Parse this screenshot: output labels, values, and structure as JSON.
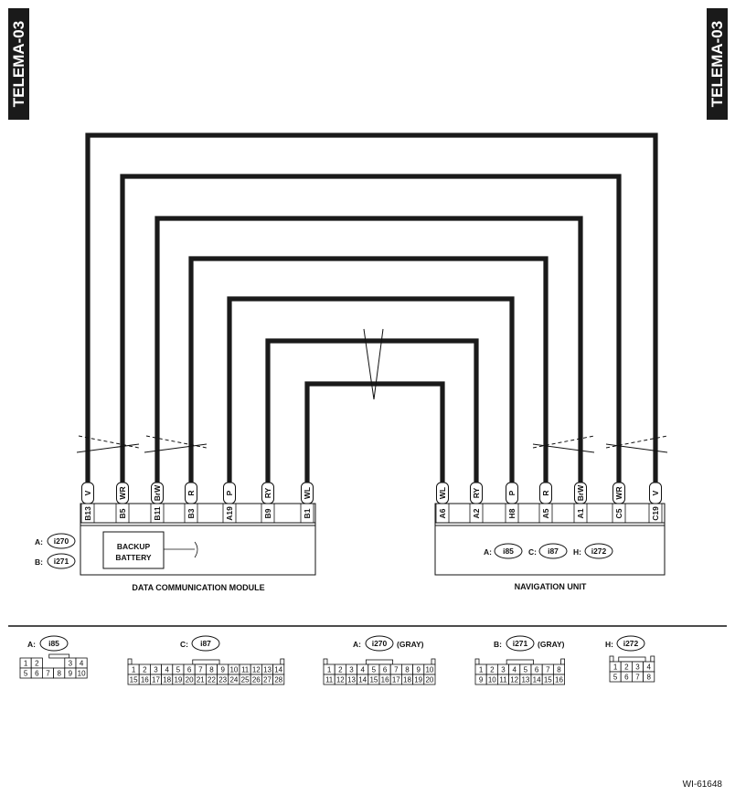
{
  "page_code": "TELEMA-03",
  "figure_id": "WI-61648",
  "left_module": {
    "title": "DATA COMMUNICATION MODULE",
    "backup_battery": [
      "BACKUP",
      "BATTERY"
    ],
    "connectors": [
      {
        "letter": "A:",
        "id": "i270"
      },
      {
        "letter": "B:",
        "id": "i271"
      }
    ]
  },
  "right_module": {
    "title": "NAVIGATION UNIT",
    "connectors": [
      {
        "letter": "A:",
        "id": "i85"
      },
      {
        "letter": "C:",
        "id": "i87"
      },
      {
        "letter": "H:",
        "id": "i272"
      }
    ]
  },
  "wires": [
    {
      "color": "V",
      "left_pin": "B13",
      "right_pin": "C19"
    },
    {
      "color": "WR",
      "left_pin": "B5",
      "right_pin": "C5"
    },
    {
      "color": "BrW",
      "left_pin": "B11",
      "right_pin": "A1"
    },
    {
      "color": "R",
      "left_pin": "B3",
      "right_pin": "A5"
    },
    {
      "color": "P",
      "left_pin": "A19",
      "right_pin": "H8"
    },
    {
      "color": "RY",
      "left_pin": "B9",
      "right_pin": "A2"
    },
    {
      "color": "WL",
      "left_pin": "B1",
      "right_pin": "A6"
    }
  ],
  "connector_views": [
    {
      "letter": "A:",
      "id": "i85",
      "note": "",
      "rows": [
        [
          "1",
          "2",
          "",
          "3",
          "4"
        ],
        [
          "5",
          "6",
          "7",
          "8",
          "9",
          "10"
        ]
      ]
    },
    {
      "letter": "C:",
      "id": "i87",
      "note": "",
      "rows": [
        [
          "1",
          "2",
          "3",
          "4",
          "5",
          "6",
          "7",
          "8",
          "9",
          "10",
          "11",
          "12",
          "13",
          "14"
        ],
        [
          "15",
          "16",
          "17",
          "18",
          "19",
          "20",
          "21",
          "22",
          "23",
          "24",
          "25",
          "26",
          "27",
          "28"
        ]
      ]
    },
    {
      "letter": "A:",
      "id": "i270",
      "note": "(GRAY)",
      "rows": [
        [
          "1",
          "2",
          "3",
          "4",
          "5",
          "6",
          "7",
          "8",
          "9",
          "10"
        ],
        [
          "11",
          "12",
          "13",
          "14",
          "15",
          "16",
          "17",
          "18",
          "19",
          "20"
        ]
      ]
    },
    {
      "letter": "B:",
      "id": "i271",
      "note": "(GRAY)",
      "rows": [
        [
          "1",
          "2",
          "3",
          "4",
          "5",
          "6",
          "7",
          "8"
        ],
        [
          "9",
          "10",
          "11",
          "12",
          "13",
          "14",
          "15",
          "16"
        ]
      ]
    },
    {
      "letter": "H:",
      "id": "i272",
      "note": "",
      "rows": [
        [
          "1",
          "2",
          "3",
          "4"
        ],
        [
          "5",
          "6",
          "7",
          "8"
        ]
      ]
    }
  ]
}
